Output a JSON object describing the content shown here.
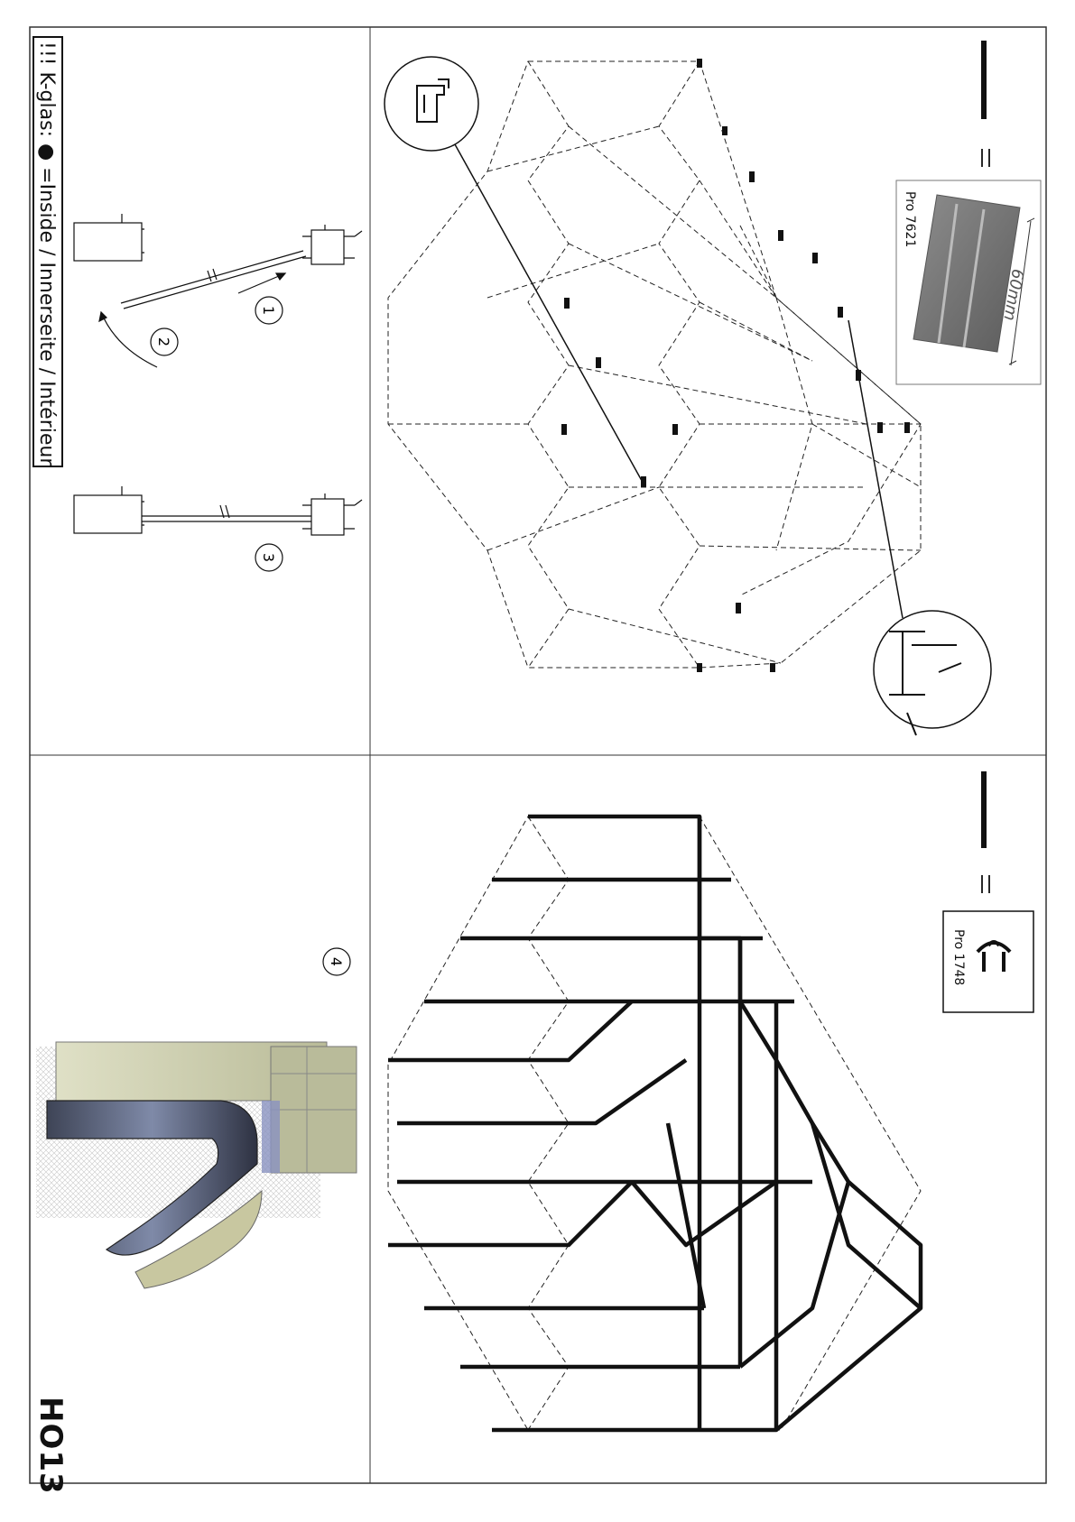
{
  "warning": {
    "prefix": "!!! K-glas:",
    "dot_symbol": "●",
    "suffix": "=Inside / Innerseite / Intérieur"
  },
  "steps": [
    "1",
    "2",
    "3",
    "4"
  ],
  "drawing_code": "HO13",
  "profile_top": {
    "name": "Pro 7621",
    "length_label": "60mm",
    "equals": "="
  },
  "profile_bottom": {
    "name": "Pro 1748",
    "equals": "="
  },
  "colors": {
    "line": "#111111",
    "frame": "#333333"
  }
}
